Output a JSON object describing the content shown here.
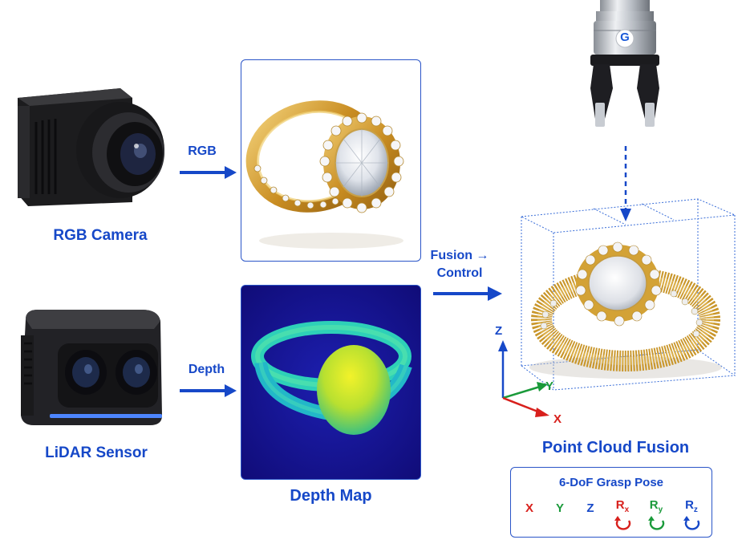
{
  "colors": {
    "accent_blue": "#1648c8",
    "axis_red": "#d8201c",
    "axis_green": "#1a9a3a",
    "axis_blue": "#1648c8",
    "gold": "#d4a23a",
    "depth_bg": "#15128a"
  },
  "camera": {
    "label": "RGB Camera"
  },
  "lidar": {
    "label": "LiDAR Sensor"
  },
  "arrows": {
    "rgb": "RGB",
    "depth": "Depth",
    "fusion": "Fusion →",
    "fusion_line2": "Control"
  },
  "depth_map": {
    "label": "Depth Map"
  },
  "point_cloud": {
    "label": "Point Cloud Fusion",
    "axes": {
      "x": "X",
      "y": "Y",
      "z": "Z"
    }
  },
  "gripper": {
    "logo": "G"
  },
  "grasp_pose": {
    "title": "6-DoF Grasp Pose",
    "items": [
      {
        "label": "X",
        "color": "#d8201c"
      },
      {
        "label": "Y",
        "color": "#1a9a3a"
      },
      {
        "label": "Z",
        "color": "#1648c8"
      },
      {
        "label": "R",
        "sub": "x",
        "color": "#d8201c"
      },
      {
        "label": "R",
        "sub": "y",
        "color": "#1a9a3a"
      },
      {
        "label": "R",
        "sub": "z",
        "color": "#1648c8"
      }
    ]
  }
}
